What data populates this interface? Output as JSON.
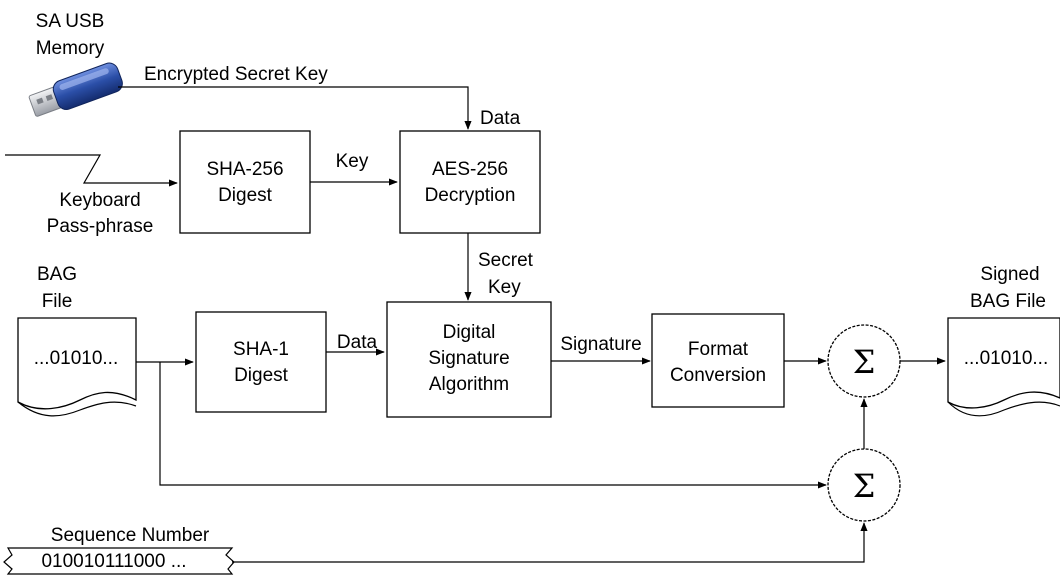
{
  "usb": {
    "label_line1": "SA USB",
    "label_line2": "Memory",
    "body_color": "#2b4fa8",
    "plug_color": "#c9ccd2"
  },
  "edges": {
    "encrypted_secret_key": "Encrypted Secret Key",
    "data_to_aes": "Data",
    "key_to_aes": "Key",
    "secret_key_line1": "Secret",
    "secret_key_line2": "Key",
    "data_to_dsa": "Data",
    "signature": "Signature"
  },
  "inputs": {
    "keyboard_line1": "Keyboard",
    "keyboard_line2": "Pass-phrase",
    "bag_line1": "BAG",
    "bag_line2": "File",
    "bag_content": "...01010...",
    "sequence_title": "Sequence Number",
    "sequence_value": "010010111000 ..."
  },
  "blocks": {
    "sha256_line1": "SHA-256",
    "sha256_line2": "Digest",
    "aes_line1": "AES-256",
    "aes_line2": "Decryption",
    "sha1_line1": "SHA-1",
    "sha1_line2": "Digest",
    "dsa_line1": "Digital",
    "dsa_line2": "Signature",
    "dsa_line3": "Algorithm",
    "format_line1": "Format",
    "format_line2": "Conversion",
    "sum_symbol": "Σ"
  },
  "output": {
    "label_line1": "Signed",
    "label_line2": "BAG File",
    "content": "...01010..."
  }
}
